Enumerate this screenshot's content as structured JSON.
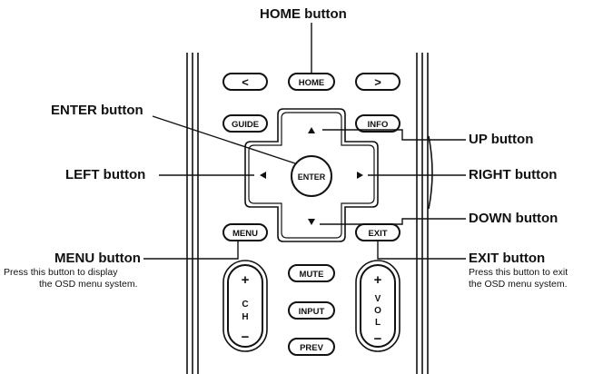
{
  "callouts": {
    "home": "HOME button",
    "enter": "ENTER button",
    "up": "UP button",
    "left": "LEFT button",
    "right": "RIGHT button",
    "down": "DOWN button",
    "menu": "MENU button",
    "exit": "EXIT button"
  },
  "descriptions": {
    "menu_line1": "Press this button to display",
    "menu_line2": "the OSD menu system.",
    "exit_line1": "Press this button to exit",
    "exit_line2": "the OSD menu system."
  },
  "buttons": {
    "back": "<",
    "home": "HOME",
    "forward": ">",
    "guide": "GUIDE",
    "info": "INFO",
    "enter": "ENTER",
    "menu": "MENU",
    "exit": "EXIT",
    "mute": "MUTE",
    "input": "INPUT",
    "prev": "PREV",
    "ch_plus": "+",
    "ch_c": "C",
    "ch_h": "H",
    "ch_minus": "−",
    "vol_plus": "+",
    "vol_v": "V",
    "vol_o": "O",
    "vol_l": "L",
    "vol_minus": "−"
  },
  "icons": {
    "up": "triangle-up-icon",
    "down": "triangle-down-icon",
    "left": "triangle-left-icon",
    "right": "triangle-right-icon"
  }
}
